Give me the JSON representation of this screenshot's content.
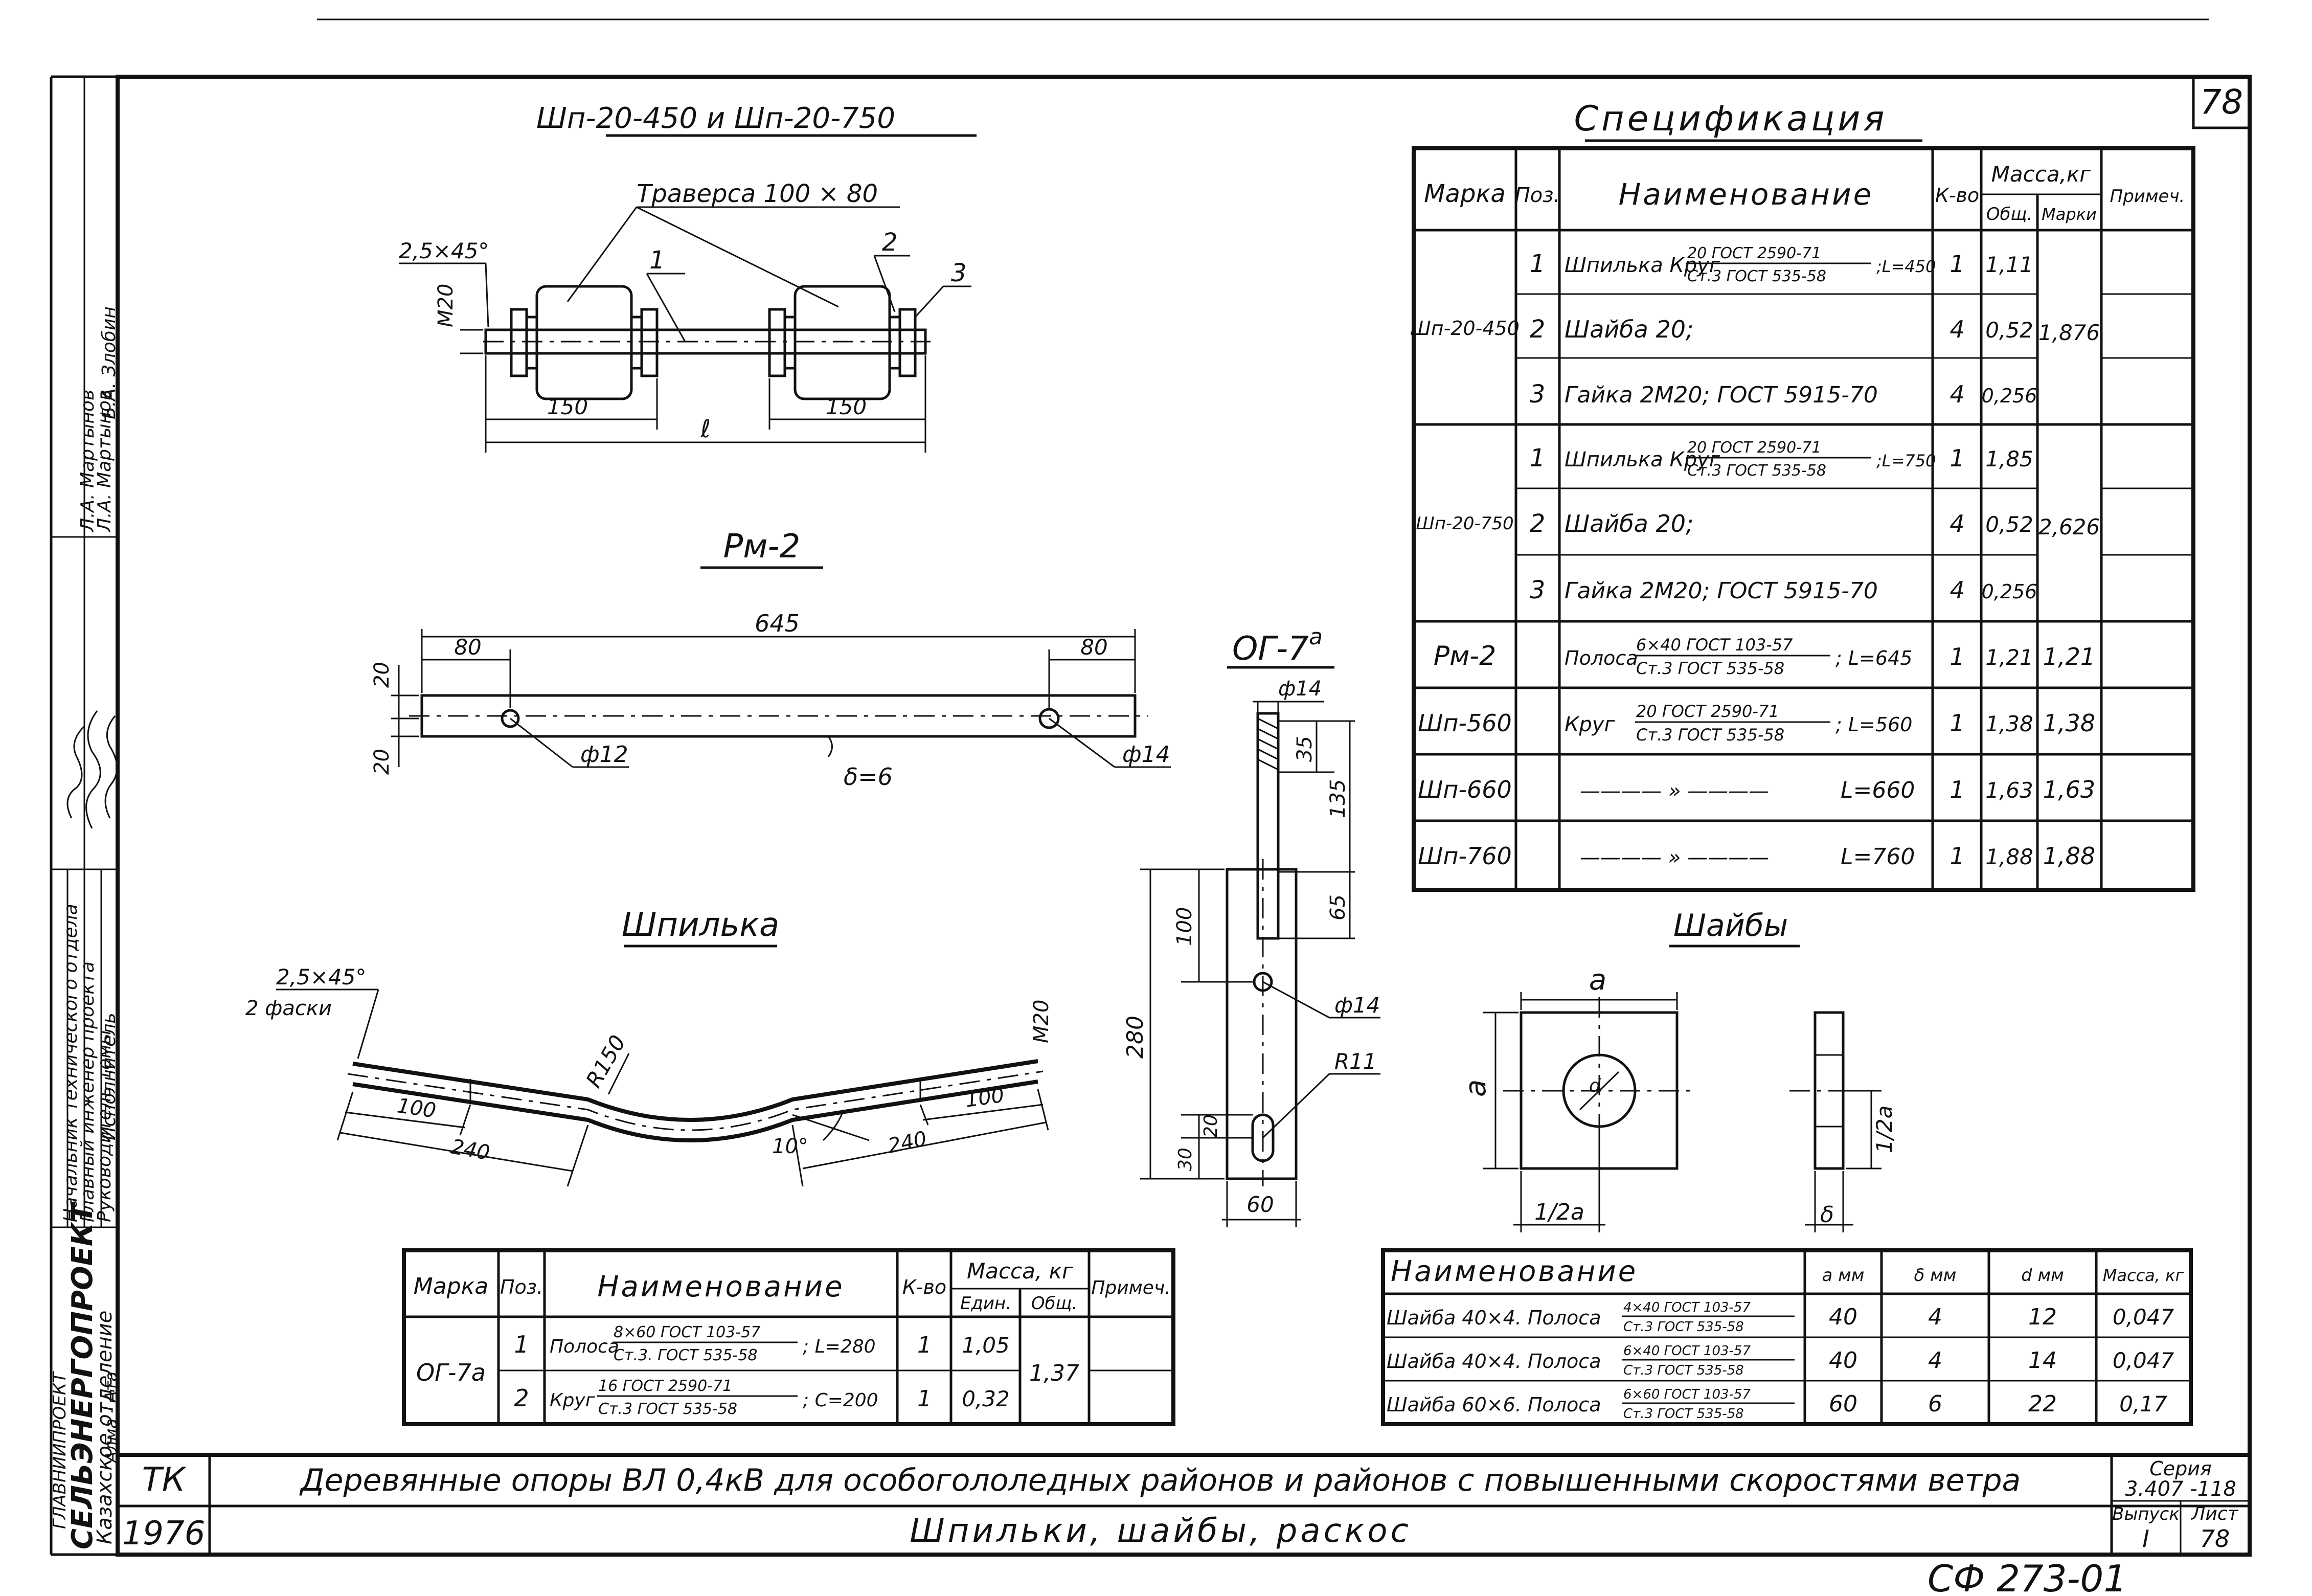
{
  "sheet_number": "78",
  "bottom_code": "СФ 273-01",
  "views": {
    "shp_title": "Шп-20-450 и Шп-20-750",
    "shp_traverse": "Траверса 100 × 80",
    "shp_chamfer": "2,5×45°",
    "shp_thread": "М20",
    "shp_pos1": "1",
    "shp_pos2": "2",
    "shp_pos3": "3",
    "shp_dim150a": "150",
    "shp_dim150b": "150",
    "shp_dim_l": "ℓ",
    "rm_title": "Рм-2",
    "rm_len": "645",
    "rm_80a": "80",
    "rm_80b": "80",
    "rm_20a": "20",
    "rm_20b": "20",
    "rm_hole12": "ф12",
    "rm_hole14": "ф14",
    "rm_thick": "δ=6",
    "og_title": "ОГ-7",
    "og_title_sup": "а",
    "og_top_hole": "ф14",
    "og_35": "35",
    "og_135": "135",
    "og_65": "65",
    "og_100": "100",
    "og_280": "280",
    "og_20": "20",
    "og_30": "30",
    "og_60": "60",
    "og_hole": "ф14",
    "og_r11": "R11",
    "pin_title": "Шпилька",
    "pin_chamfer": "2,5×45°",
    "pin_chamfer2": "2 фаски",
    "pin_thread": "М20",
    "pin_r150": "R150",
    "pin_100a": "100",
    "pin_240a": "240",
    "pin_100b": "100",
    "pin_240b": "240",
    "pin_angle": "10°",
    "washer_title": "Шайбы",
    "w_a": "a",
    "w_side": "a",
    "w_d": "d",
    "w_half_a": "1/2a",
    "w_half_a2": "1/2a",
    "w_delta": "δ"
  },
  "spec": {
    "title": "Спецификация",
    "headers": {
      "marka": "Марка",
      "pos": "Поз.",
      "name": "Наименование",
      "qty": "К-во",
      "mass": "Масса,кг",
      "mass_total": "Общ.",
      "mass_mark": "Марки",
      "note": "Примеч."
    },
    "rows": [
      {
        "pos": "1",
        "name": "Шпилька Круг",
        "frac_top": "20 ГОСТ 2590-71",
        "frac_bot": "Ст.3 ГОСТ 535-58",
        "tail": ";L=450",
        "qty": "1",
        "mass": "1,11"
      },
      {
        "pos": "2",
        "name": "Шайба 20;",
        "frac_top": "",
        "frac_bot": "",
        "tail": "",
        "qty": "4",
        "mass": "0,52"
      },
      {
        "pos": "3",
        "name": "Гайка 2М20; ГОСТ 5915-70",
        "frac_top": "",
        "frac_bot": "",
        "tail": "",
        "qty": "4",
        "mass": "0,256"
      },
      {
        "pos": "1",
        "name": "Шпилька Круг",
        "frac_top": "20 ГОСТ 2590-71",
        "frac_bot": "Ст.3 ГОСТ 535-58",
        "tail": ";L=750",
        "qty": "1",
        "mass": "1,85"
      },
      {
        "pos": "2",
        "name": "Шайба 20;",
        "frac_top": "",
        "frac_bot": "",
        "tail": "",
        "qty": "4",
        "mass": "0,52"
      },
      {
        "pos": "3",
        "name": "Гайка 2М20; ГОСТ 5915-70",
        "frac_top": "",
        "frac_bot": "",
        "tail": "",
        "qty": "4",
        "mass": "0,256"
      },
      {
        "pos": "",
        "name": "Полоса",
        "frac_top": "6×40 ГОСТ 103-57",
        "frac_bot": "Ст.3 ГОСТ 535-58",
        "tail": "; L=645",
        "qty": "1",
        "mass": "1,21"
      },
      {
        "pos": "",
        "name": "Круг",
        "frac_top": "20 ГОСТ 2590-71",
        "frac_bot": "Ст.3 ГОСТ 535-58",
        "tail": "; L=560",
        "qty": "1",
        "mass": "1,38"
      },
      {
        "pos": "",
        "name": "———— » ————",
        "frac_top": "",
        "frac_bot": "",
        "tail": "L=660",
        "qty": "1",
        "mass": "1,63"
      },
      {
        "pos": "",
        "name": "———— » ————",
        "frac_top": "",
        "frac_bot": "",
        "tail": "L=760",
        "qty": "1",
        "mass": "1,88"
      }
    ],
    "groups": [
      {
        "marka": "Шп-20-450",
        "mark_mass": "1,876"
      },
      {
        "marka": "Шп-20-750",
        "mark_mass": "2,626"
      },
      {
        "marka": "Рм-2",
        "mark_mass": "1,21"
      },
      {
        "marka": "Шп-560",
        "mark_mass": "1,38"
      },
      {
        "marka": "Шп-660",
        "mark_mass": "1,63"
      },
      {
        "marka": "Шп-760",
        "mark_mass": "1,88"
      }
    ]
  },
  "og_table": {
    "headers": {
      "marka": "Марка",
      "pos": "Поз.",
      "name": "Наименование",
      "qty": "К-во",
      "mass": "Масса, кг",
      "unit": "Един.",
      "total": "Общ.",
      "note": "Примеч."
    },
    "marka": "ОГ-7а",
    "total_mass": "1,37",
    "rows": [
      {
        "pos": "1",
        "name": "Полоса",
        "frac_top": "8×60 ГОСТ 103-57",
        "frac_bot": "Ст.3. ГОСТ 535-58",
        "tail": "; L=280",
        "qty": "1",
        "mass": "1,05"
      },
      {
        "pos": "2",
        "name": "Круг",
        "frac_top": "16 ГОСТ 2590-71",
        "frac_bot": "Ст.3 ГОСТ 535-58",
        "tail": "; С=200",
        "qty": "1",
        "mass": "0,32"
      }
    ]
  },
  "washer_table": {
    "headers": {
      "name": "Наименование",
      "a": "a мм",
      "delta": "δ мм",
      "d": "d мм",
      "mass": "Масса, кг"
    },
    "rows": [
      {
        "name": "Шайба 40×4. Полоса",
        "frac_top": "4×40 ГОСТ 103-57",
        "frac_bot": "Ст.3 ГОСТ 535-58",
        "a": "40",
        "delta": "4",
        "d": "12",
        "mass": "0,047"
      },
      {
        "name": "Шайба 40×4. Полоса",
        "frac_top": "6×40 ГОСТ 103-57",
        "frac_bot": "Ст.3 ГОСТ 535-58",
        "a": "40",
        "delta": "4",
        "d": "14",
        "mass": "0,047"
      },
      {
        "name": "Шайба 60×6. Полоса",
        "frac_top": "6×60 ГОСТ 103-57",
        "frac_bot": "Ст.3 ГОСТ 535-58",
        "a": "60",
        "delta": "6",
        "d": "22",
        "mass": "0,17"
      }
    ]
  },
  "title_block": {
    "code": "ТК",
    "year": "1976",
    "title": "Деревянные опоры ВЛ 0,4кВ для особогололедных районов и районов с повышенными скоростями ветра",
    "subtitle": "Шпильки, шайбы, раскос",
    "series_label": "Серия",
    "series_value": "3.407 -118",
    "issue_label": "Выпуск",
    "issue_value": "I",
    "sheet_label": "Лист",
    "sheet_value": "78"
  },
  "side_stamp": {
    "org1": "ГЛАВНИИПРОЕКТ",
    "org2": "СЕЛЬЭНЕРГОПРОЕКТ",
    "org3": "Казахское отделение",
    "org4": "Алма - Ата",
    "roles": [
      "Начальник технического отдела",
      "Главный инженер проекта",
      "Руководитель темы",
      "Исполнитель"
    ],
    "names": [
      "Л.А. Мартынов",
      "Л.А. Мартынов",
      "Б.А. Злобин"
    ]
  }
}
